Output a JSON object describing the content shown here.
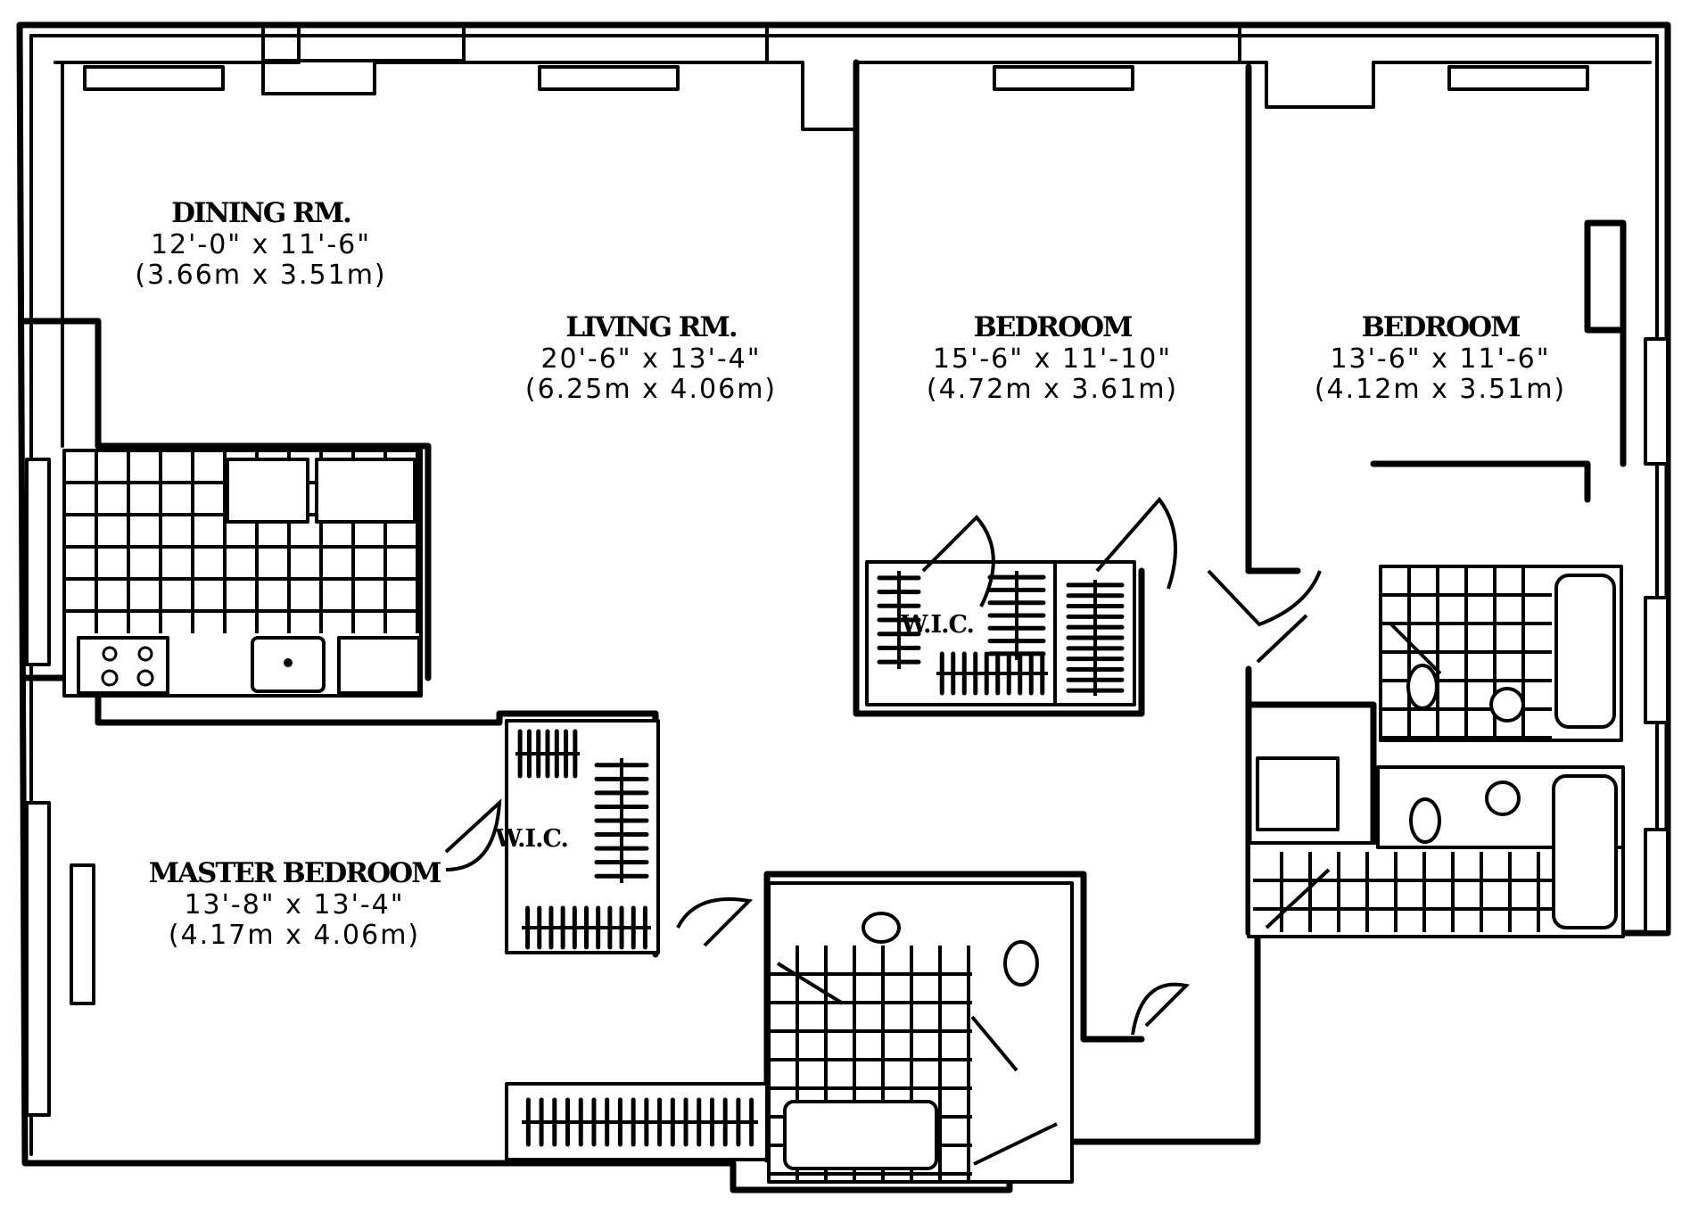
{
  "plan": {
    "title": "Apartment Floor Plan",
    "rooms": [
      {
        "id": "dining",
        "name": "DINING RM.",
        "imperial": "12'-0\" x 11'-6\"",
        "metric": "(3.66m x 3.51m)"
      },
      {
        "id": "living",
        "name": "LIVING RM.",
        "imperial": "20'-6\" x 13'-4\"",
        "metric": "(6.25m x 4.06m)"
      },
      {
        "id": "bedroom2",
        "name": "BEDROOM",
        "imperial": "15'-6\" x 11'-10\"",
        "metric": "(4.72m x 3.61m)"
      },
      {
        "id": "bedroom3",
        "name": "BEDROOM",
        "imperial": "13'-6\" x 11'-6\"",
        "metric": "(4.12m x 3.51m)"
      },
      {
        "id": "master",
        "name": "MASTER BEDROOM",
        "imperial": "13'-8\" x 13'-4\"",
        "metric": "(4.17m x 4.06m)"
      }
    ],
    "closets": [
      {
        "id": "wic-bedroom",
        "label": "W.I.C."
      },
      {
        "id": "wic-master",
        "label": "W.I.C."
      }
    ],
    "colors": {
      "line": "#000000",
      "background": "#ffffff"
    }
  }
}
